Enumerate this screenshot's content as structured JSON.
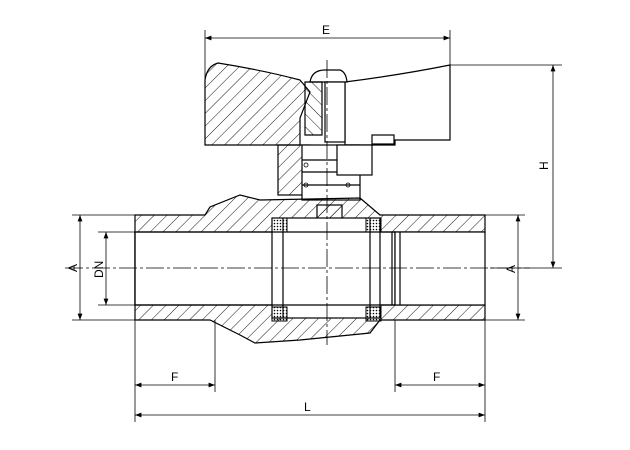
{
  "drawing": {
    "title": "Ball valve sectional drawing",
    "dimensions": {
      "handle_width": "E",
      "height": "H",
      "outer_diameter_left": "A",
      "nominal_diameter": "DN",
      "outer_diameter_right": "A",
      "thread_length_left": "F",
      "thread_length_right": "F",
      "overall_length": "L"
    },
    "colors": {
      "line": "#000000",
      "background": "#ffffff"
    }
  }
}
